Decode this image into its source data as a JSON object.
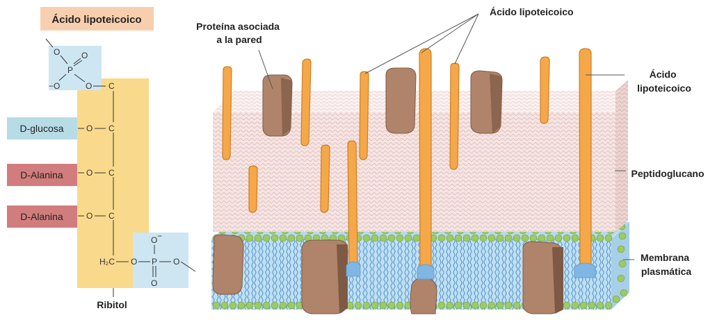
{
  "structure": {
    "title": "Ácido lipoteicoico",
    "units": [
      "D-glucosa",
      "D-Alanina",
      "D-Alanina"
    ],
    "backbone_label": "Ribitol",
    "atoms": {
      "O": "O",
      "P": "P",
      "C": "C",
      "H2C": "H₂C",
      "minus": "−"
    }
  },
  "diagram": {
    "labels": {
      "protein": "Proteína asociada\na la pared",
      "lipoteichoic_top": "Ácido lipoteicoico",
      "lipoteichoic_right": "Ácido\nlipoteicoico",
      "peptidoglycan": "Peptidoglucano",
      "membrane": "Membrana\nplasmática"
    }
  },
  "colors": {
    "title_box": "#f8cfae",
    "glucose_box": "#b7dce6",
    "alanine_box": "#d27d7d",
    "phosphate_box": "#cde6f2",
    "ribitol_band": "#f9d98c",
    "peptidoglycan_top": "#fbeeee",
    "peptidoglycan_front": "#f2dcda",
    "peptidoglycan_side": "#e6cccb",
    "membrane_water": "#b6d9ef",
    "lipid_head": "#9ccb62",
    "lipid_tail": "#5f98c8",
    "protein": "#b0846a",
    "protein_dark": "#7e5a44",
    "teichoic": "#f4a84a",
    "teichoic_edge": "#d07d22"
  }
}
